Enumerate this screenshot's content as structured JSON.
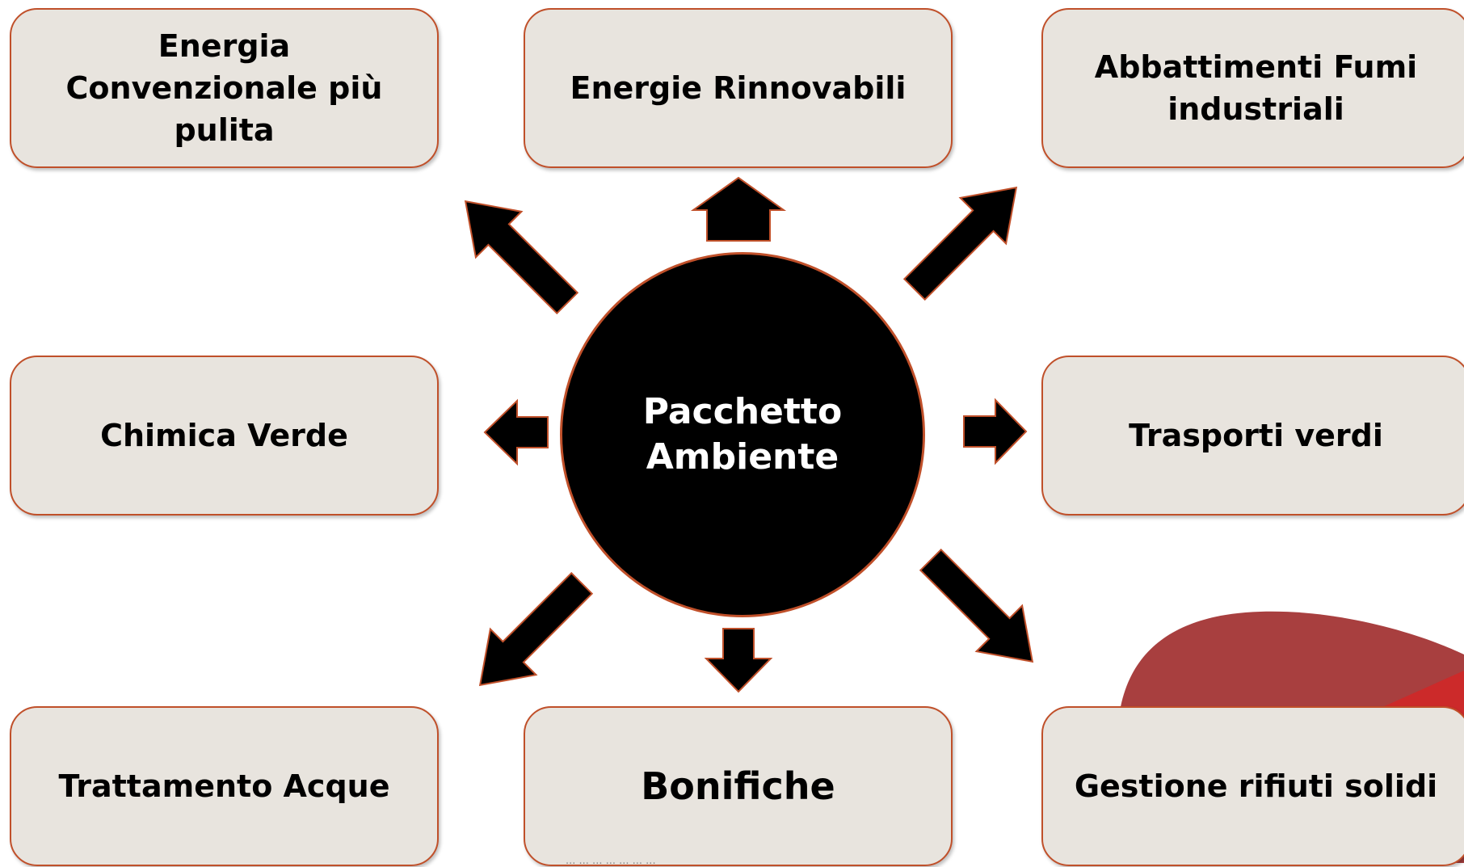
{
  "center": {
    "label": "Pacchetto\nAmbiente"
  },
  "boxes": {
    "top_left": "Energia Convenzionale più pulita",
    "top_center": "Energie Rinnovabili",
    "top_right": "Abbattimenti Fumi industriali",
    "middle_left": "Chimica Verde",
    "middle_right": "Trasporti verdi",
    "bottom_left": "Trattamento Acque",
    "bottom_center": "Bonifiche",
    "bottom_right": "Gestione rifiuti solidi"
  },
  "footer": {
    "text": "... ... ... ... ... ... ..."
  },
  "colors": {
    "box_fill": "#e8e4de",
    "box_border": "#c0502a",
    "circle_fill": "#000000",
    "arrow_fill": "#000000",
    "decor_red": "#a83f3f",
    "decor_bright_red": "#cc2a2a"
  }
}
